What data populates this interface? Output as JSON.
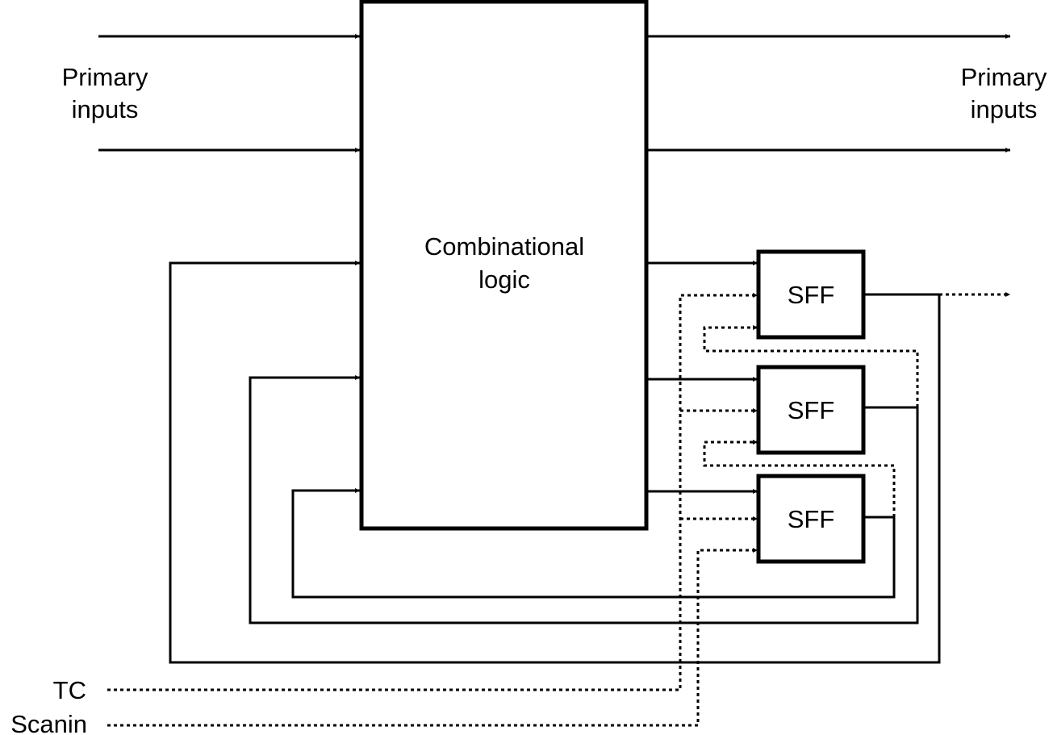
{
  "labels": {
    "primary_inputs_left_line1": "Primary",
    "primary_inputs_left_line2": "inputs",
    "primary_inputs_right_line1": "Primary",
    "primary_inputs_right_line2": "inputs",
    "combinational_line1": "Combinational",
    "combinational_line2": "logic",
    "sff_1": "SFF",
    "sff_2": "SFF",
    "sff_3": "SFF",
    "tc": "TC",
    "scanin": "Scanin"
  },
  "colors": {
    "stroke": "#000000",
    "background": "#ffffff"
  }
}
